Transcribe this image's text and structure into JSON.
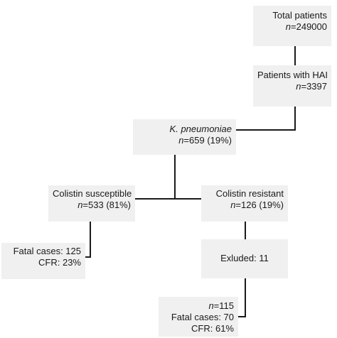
{
  "nodes": {
    "total": {
      "label": "Total patients",
      "n_prefix": "n",
      "n_value": "=249000"
    },
    "hai": {
      "label": "Patients with HAI",
      "n_prefix": "n",
      "n_value": "=3397"
    },
    "kpn": {
      "label": "K. pneumoniae",
      "n_prefix": "n",
      "n_value": "=659 (19%)"
    },
    "susceptible": {
      "label": "Colistin susceptible",
      "n_prefix": "n",
      "n_value": "=533 (81%)"
    },
    "resistant": {
      "label": "Colistin resistant",
      "n_prefix": "n",
      "n_value": "=126 (19%)"
    },
    "fatal_susc": {
      "line1": "Fatal cases: 125",
      "line2": "CFR: 23%"
    },
    "excluded": {
      "label": "Exluded: 11"
    },
    "final": {
      "n_prefix": "n",
      "n_value": "=115",
      "line2": "Fatal cases: 70",
      "line3": "CFR: 61%"
    }
  }
}
